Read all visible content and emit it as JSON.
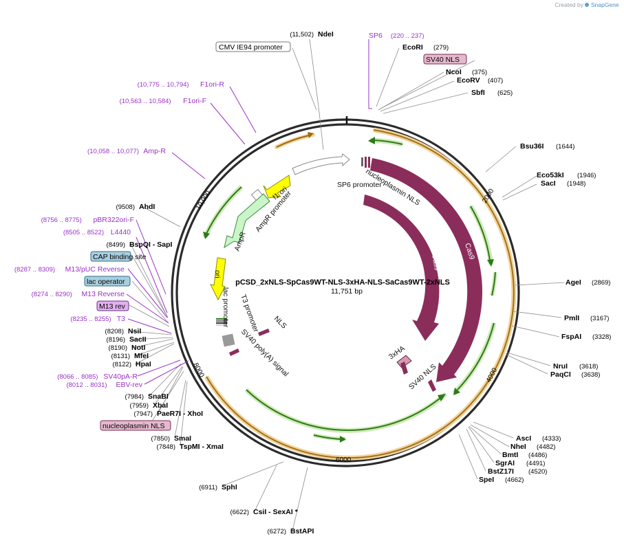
{
  "watermark": {
    "prefix": "Created by",
    "brand": "SnapGene"
  },
  "plasmid": {
    "name": "pCSD_2xNLS-SpCas9WT-NLS-3xHA-NLS-SaCas9WT-2xNLS",
    "length": "11,751 bp"
  },
  "axis_ticks": [
    "2000",
    "4000",
    "6000",
    "8000",
    "10,000"
  ],
  "features": {
    "sp6_promoter": "SP6 promoter",
    "nucleoplasmin_nls": "nucleoplasmin NLS",
    "cas9": "Cas9",
    "three_x_ha": "3xHA",
    "sv40_nls": "SV40 NLS",
    "f1_ori": "f1 ori",
    "ampr_promoter": "AmpR promoter",
    "ampr": "AmpR",
    "ori": "ori",
    "lac_promoter": "lac promoter",
    "t3_promoter": "T3 promoter",
    "sv40_polya": "SV40 poly(A) signal",
    "nls": "NLS"
  },
  "boxed_labels": {
    "cmv": {
      "text": "CMV IE94 promoter"
    },
    "sv40_nls": {
      "text": "SV40 NLS"
    },
    "cap": {
      "text": "CAP binding site"
    },
    "lac_op": {
      "text": "lac operator"
    },
    "m13rev": {
      "text": "M13 rev"
    },
    "nucleoplasmin": {
      "text": "nucleoplasmin NLS"
    }
  },
  "sites": [
    {
      "pos": "(11,502)",
      "name": "NdeI",
      "side": "left"
    },
    {
      "pos": "(279)",
      "name": "EcoRI",
      "side": "right"
    },
    {
      "pos": "(375)",
      "name": "NcoI",
      "side": "right"
    },
    {
      "pos": "(407)",
      "name": "EcoRV",
      "side": "right"
    },
    {
      "pos": "(625)",
      "name": "SbfI",
      "side": "right"
    },
    {
      "pos": "(1644)",
      "name": "Bsu36I",
      "side": "right"
    },
    {
      "pos": "(1946)",
      "name": "Eco53kI",
      "side": "right"
    },
    {
      "pos": "(1948)",
      "name": "SacI",
      "side": "right"
    },
    {
      "pos": "(2869)",
      "name": "AgeI",
      "side": "right"
    },
    {
      "pos": "(3167)",
      "name": "PmlI",
      "side": "right"
    },
    {
      "pos": "(3328)",
      "name": "FspAI",
      "side": "right"
    },
    {
      "pos": "(3618)",
      "name": "NruI",
      "side": "right"
    },
    {
      "pos": "(3638)",
      "name": "PaqCI",
      "side": "right"
    },
    {
      "pos": "(4333)",
      "name": "AscI",
      "side": "right"
    },
    {
      "pos": "(4482)",
      "name": "NheI",
      "side": "right"
    },
    {
      "pos": "(4486)",
      "name": "BmtI",
      "side": "right"
    },
    {
      "pos": "(4491)",
      "name": "SgrAI",
      "side": "right"
    },
    {
      "pos": "(4520)",
      "name": "BstZ17I",
      "side": "right"
    },
    {
      "pos": "(4662)",
      "name": "SpeI",
      "side": "right"
    },
    {
      "pos": "(6911)",
      "name": "SphI",
      "side": "left"
    },
    {
      "pos": "(6622)",
      "name": "CsiI - SexAI *",
      "side": "left"
    },
    {
      "pos": "(6272)",
      "name": "BstAPI",
      "side": "left"
    },
    {
      "pos": "(9508)",
      "name": "AhdI",
      "side": "left"
    },
    {
      "pos": "(8499)",
      "name": "BspQI - SapI",
      "side": "left"
    },
    {
      "pos": "(8208)",
      "name": "NsiI",
      "side": "left"
    },
    {
      "pos": "(8196)",
      "name": "SacII",
      "side": "left"
    },
    {
      "pos": "(8190)",
      "name": "NotI",
      "side": "left"
    },
    {
      "pos": "(8131)",
      "name": "MfeI",
      "side": "left"
    },
    {
      "pos": "(8122)",
      "name": "HpaI",
      "side": "left"
    },
    {
      "pos": "(7984)",
      "name": "SnaBI",
      "side": "left"
    },
    {
      "pos": "(7959)",
      "name": "XbaI",
      "side": "left"
    },
    {
      "pos": "(7947)",
      "name": "PaeR7I - XhoI",
      "side": "left"
    },
    {
      "pos": "(7850)",
      "name": "SmaI",
      "side": "left"
    },
    {
      "pos": "(7848)",
      "name": "TspMI - XmaI",
      "side": "left"
    }
  ],
  "primers": [
    {
      "name": "SP6",
      "range": "(220 .. 237)",
      "side": "left-name"
    },
    {
      "name": "F1ori-R",
      "range": "(10,775 .. 10,794)",
      "side": "left"
    },
    {
      "name": "F1ori-F",
      "range": "(10,563 .. 10,584)",
      "side": "left"
    },
    {
      "name": "Amp-R",
      "range": "(10,058 .. 10,077)",
      "side": "left"
    },
    {
      "name": "pBR322ori-F",
      "range": "(8756 .. 8775)",
      "side": "left"
    },
    {
      "name": "L4440",
      "range": "(8505 .. 8522)",
      "side": "left"
    },
    {
      "name": "M13/pUC Reverse",
      "range": "(8287 .. 8309)",
      "side": "left"
    },
    {
      "name": "M13 Reverse",
      "range": "(8274 .. 8290)",
      "side": "left"
    },
    {
      "name": "T3",
      "range": "(8235 .. 8255)",
      "side": "left"
    },
    {
      "name": "SV40pA-R",
      "range": "(8066 .. 8085)",
      "side": "left"
    },
    {
      "name": "EBV-rev",
      "range": "(8012 .. 8031)",
      "side": "left"
    }
  ]
}
